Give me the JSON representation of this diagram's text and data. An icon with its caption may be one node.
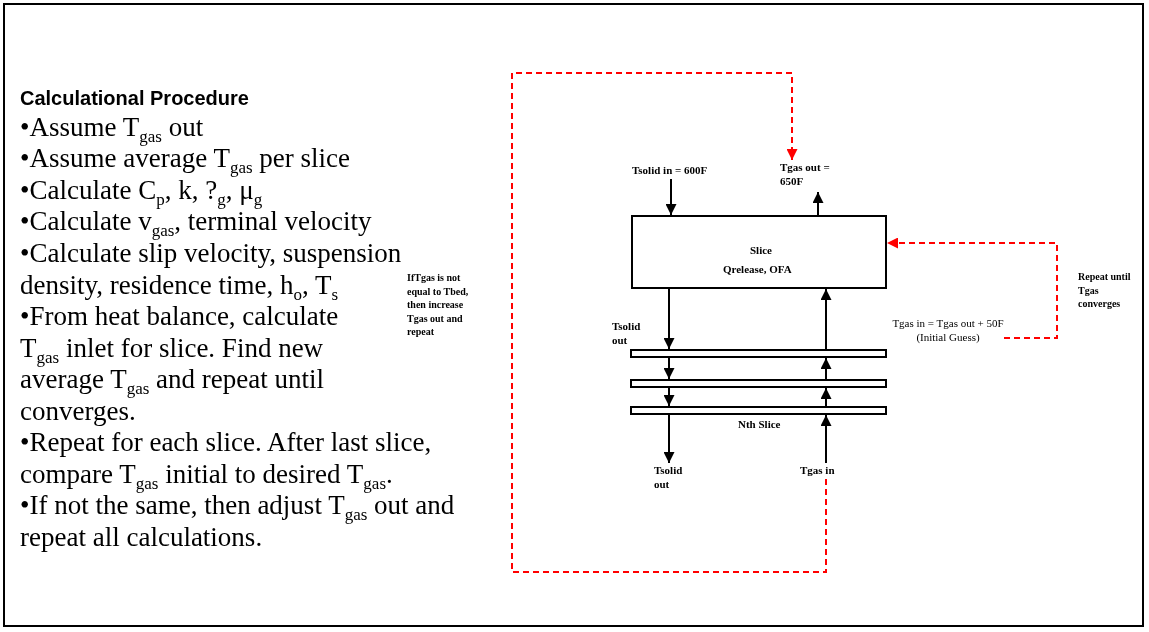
{
  "diagram": {
    "title": "Calculational Procedure",
    "nodes": [
      {
        "text": [
          "Tsolid in = 600F"
        ]
      },
      {
        "text": [
          "Tgas out = 650F"
        ]
      },
      {
        "text": [
          "Slice",
          "Qrelease, OFA"
        ]
      },
      {
        "text": [],
        "shape": "bar"
      },
      {
        "text": [],
        "shape": "bar"
      },
      {
        "text": [],
        "shape": "bar",
        "beside": [
          "Nth Slice"
        ]
      },
      {
        "text": [
          "Tsolid out"
        ]
      },
      {
        "text": [
          "Tgas in"
        ]
      },
      {
        "text": [
          "Tgas in = Tgas out + 50F (Initial Guess)"
        ]
      }
    ],
    "edges": [
      {
        "from": 0,
        "to": 2,
        "arrow": "to"
      },
      {
        "from": 2,
        "to": 1,
        "arrow": "to"
      },
      {
        "from": 2,
        "to": 3,
        "arrow": "to"
      },
      {
        "from": 3,
        "to": 2,
        "arrow": "to"
      },
      {
        "from": 3,
        "to": 4,
        "arrow": "to"
      },
      {
        "from": 4,
        "to": 3,
        "arrow": "to"
      },
      {
        "from": 4,
        "to": 5,
        "arrow": "to"
      },
      {
        "from": 5,
        "to": 4,
        "arrow": "to"
      },
      {
        "from": 5,
        "to": 6,
        "arrow": "to"
      },
      {
        "from": 7,
        "to": 5,
        "arrow": "to"
      },
      {
        "from": 7,
        "to": 1,
        "arrow": "to",
        "style": "dashed",
        "color": "#ff0000"
      },
      {
        "from": 8,
        "to": 2,
        "arrow": "to",
        "style": "dashed",
        "color": "#ff0000"
      }
    ],
    "labels": [
      "•Assume T$_{gas}$ out",
      "•Assume average T$_{gas}$ per slice",
      "•Calculate C$_{p}$, k, ?$_{g}$, μ$_{g}$",
      "•Calculate v$_{gas}$, terminal velocity",
      "•Calculate slip velocity, suspension density, residence time, h$_{o}$, T$_{s}$",
      "•From heat balance, calculate T$_{gas}$ inlet for slice. Find new average T$_{gas}$ and repeat until converges.",
      "•Repeat for each slice. After last slice, compare T$_{gas}$ initial to desired T$_{gas}$.",
      "•If not the same, then adjust T$_{gas}$ out and repeat all calculations.",
      "IfTgas is not equal to Tbed, then increase Tgas out and repeat",
      "Tsolid out",
      "Repeat until Tgas converges"
    ]
  }
}
